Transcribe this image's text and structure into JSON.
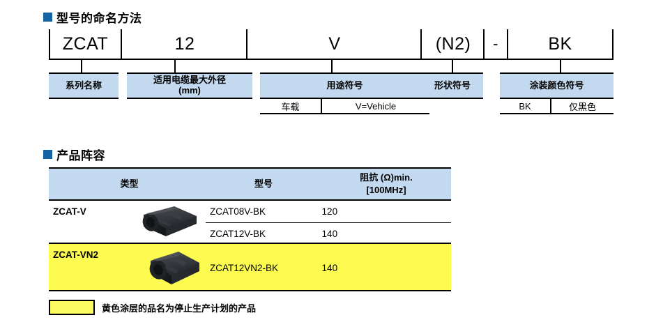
{
  "sections": {
    "naming": {
      "title": "型号的命名方法",
      "bullet_color": "#1464a5"
    },
    "lineup": {
      "title": "产品阵容",
      "bullet_color": "#1464a5"
    }
  },
  "naming_diagram": {
    "code_parts": [
      {
        "text": "ZCAT"
      },
      {
        "text": "12"
      },
      {
        "text": "V"
      },
      {
        "text": "(N2)"
      },
      {
        "text": "-"
      },
      {
        "text": "BK"
      }
    ],
    "labels": [
      {
        "line1": "系列名称",
        "line2": ""
      },
      {
        "line1": "适用电缆最大外径",
        "line2": "(mm)"
      },
      {
        "line1": "用途符号",
        "line2": ""
      },
      {
        "line1": "形状符号",
        "line2": ""
      },
      {
        "line1": "涂装颜色符号",
        "line2": ""
      }
    ],
    "sub_usage": {
      "key": "车载",
      "value": "V=Vehicle"
    },
    "sub_color": {
      "key": "BK",
      "value": "仅黑色"
    }
  },
  "product_table": {
    "headers": {
      "type": "类型",
      "model": "型号",
      "impedance_line1": "阻抗 (Ω)min.",
      "impedance_line2": "[100MHz]"
    },
    "groups": [
      {
        "type": "ZCAT-V",
        "highlight": false,
        "image": "ferrite-core-photo",
        "rows": [
          {
            "model": "ZCAT08V-BK",
            "impedance": "120"
          },
          {
            "model": "ZCAT12V-BK",
            "impedance": "140"
          }
        ]
      },
      {
        "type": "ZCAT-VN2",
        "highlight": true,
        "image": "ferrite-core-photo",
        "rows": [
          {
            "model": "ZCAT12VN2-BK",
            "impedance": "140"
          }
        ]
      }
    ]
  },
  "legend": {
    "swatch_color": "#fdfb62",
    "text": "黄色涂层的品名为停止生产计划的产品"
  }
}
